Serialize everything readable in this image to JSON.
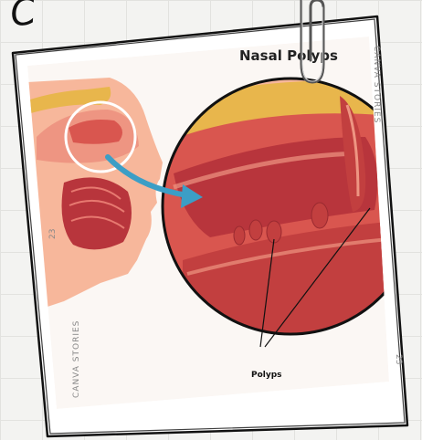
{
  "scene": {
    "header_fragment": "C",
    "illustration": {
      "title": "Nasal Polyps",
      "pointer_label": "Polyps",
      "watermark_brand": "CANVA STORIES",
      "watermark_number": "23"
    }
  },
  "colors": {
    "background": "#f3f3f1",
    "frame_fill": "#ffffff",
    "frame_stroke": "#111111",
    "tissue_dark": "#b8353c",
    "tissue_mid": "#d9564f",
    "tissue_light": "#ee9582",
    "skin": "#f7b79b",
    "fat_yellow": "#e8b64c",
    "arrow_blue": "#3c9ec6"
  },
  "icons": [
    "paperclip-icon",
    "arrow-icon"
  ]
}
